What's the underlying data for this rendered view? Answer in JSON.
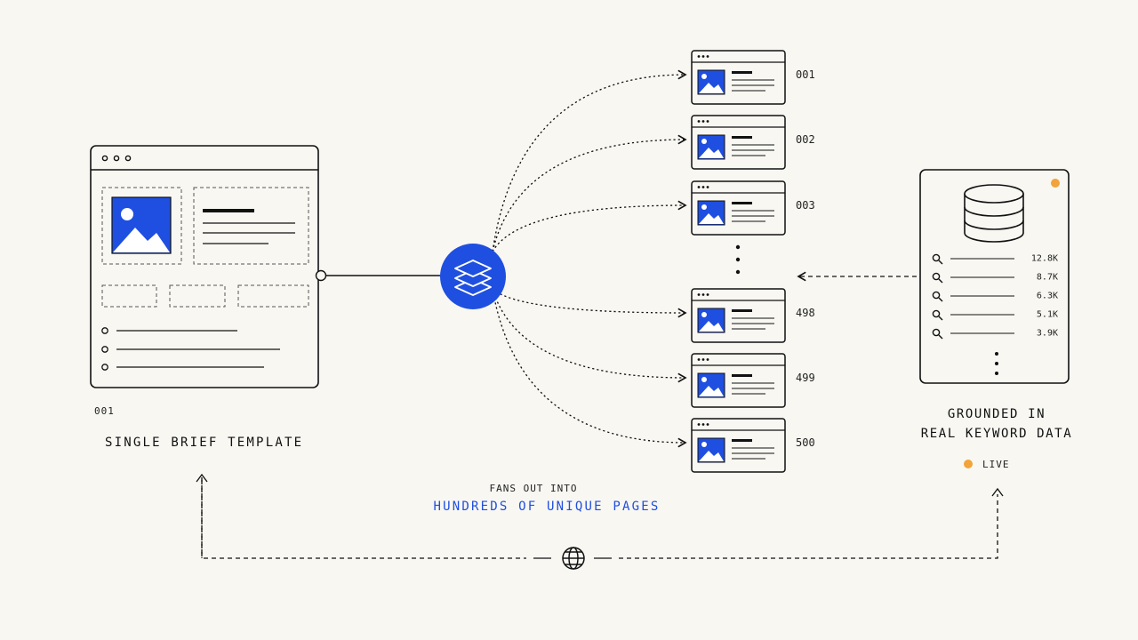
{
  "colors": {
    "background": "#f8f7f2",
    "ink": "#111111",
    "accent_blue": "#1f4fe0",
    "live_orange": "#f2a33a"
  },
  "template": {
    "id": "001",
    "caption": "SINGLE BRIEF TEMPLATE"
  },
  "hub": {
    "icon": "layers-icon",
    "caption_line1": "FANS OUT INTO",
    "caption_line2": "HUNDREDS OF UNIQUE PAGES"
  },
  "pages": [
    {
      "label": "001"
    },
    {
      "label": "002"
    },
    {
      "label": "003"
    },
    {
      "label": "498"
    },
    {
      "label": "499"
    },
    {
      "label": "500"
    }
  ],
  "data_source": {
    "icon": "database-icon",
    "keyword_volumes": [
      "12.8K",
      "8.7K",
      "6.3K",
      "5.1K",
      "3.9K"
    ],
    "caption_line1": "GROUNDED IN",
    "caption_line2": "REAL KEYWORD DATA",
    "status": "LIVE"
  },
  "footer": {
    "icon": "globe-icon"
  }
}
